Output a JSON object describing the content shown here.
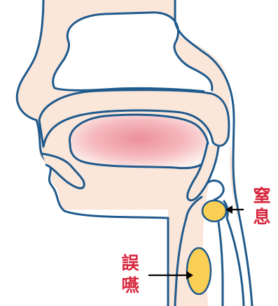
{
  "labels": {
    "choking": {
      "chars": [
        "窒",
        "息"
      ]
    },
    "aspiration": {
      "chars": [
        "誤",
        "嚥"
      ]
    }
  },
  "colors": {
    "outline": "#1f5a8c",
    "skin": "#fbe6da",
    "airway_white": "#ffffff",
    "mouth_inner_center": "#ec8f9d",
    "mouth_inner_edge": "#fdf3ee",
    "bolus_fill": "#f9cf55",
    "bolus_stroke": "#7a6a3a",
    "label": "#d7263d",
    "arrow": "#000000"
  }
}
